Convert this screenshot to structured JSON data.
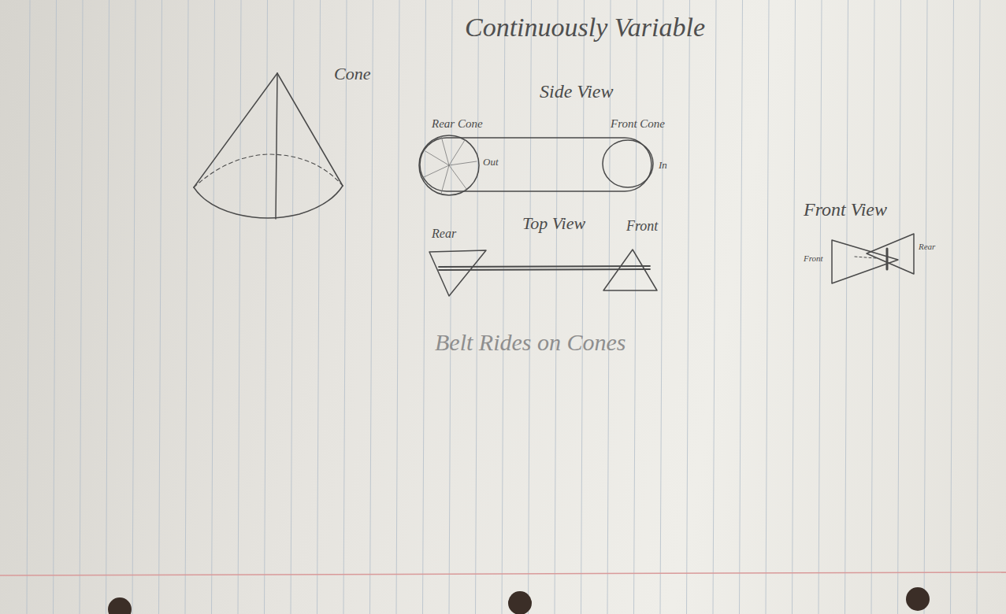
{
  "diagram": {
    "title": "Continuously Variable",
    "caption": "Belt Rides on Cones",
    "labels": [
      "Cone",
      "Side View",
      "Rear Cone",
      "Front Cone",
      "Out",
      "In",
      "Top View",
      "Rear",
      "Front",
      "Front View",
      "Front",
      "Rear"
    ]
  }
}
